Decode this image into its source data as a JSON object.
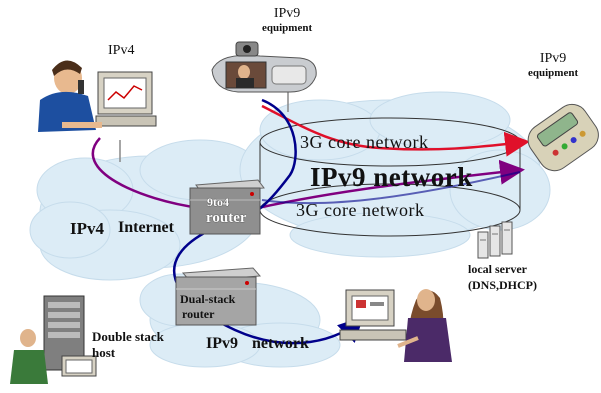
{
  "labels": {
    "ipv4_top": "IPv4",
    "ipv9_equipment_top": {
      "line1": "IPv9",
      "line2": "equipment"
    },
    "ipv9_equipment_right": {
      "line1": "IPv9",
      "line2": "equipment"
    },
    "core_network_upper": "3G core network",
    "ipv9_network_main": "IPv9 network",
    "core_network_lower": "3G core network",
    "ipv4_internet": {
      "part1": "IPv4",
      "part2": "Internet"
    },
    "router": {
      "line1": "9to4",
      "line2": "router"
    },
    "dual_stack_router": {
      "line1": "Dual-stack",
      "line2": "router"
    },
    "ipv9_network_bottom": {
      "part1": "IPv9",
      "part2": "network"
    },
    "local_server": {
      "line1": "local server",
      "line2": "(DNS,DHCP)"
    },
    "double_stack_host": {
      "line1": "Double stack",
      "line2": "host"
    }
  },
  "colors": {
    "cloud_fill": "#dcecf6",
    "cloud_edge": "#c6dceb",
    "ipv4_link": "#800080",
    "ipv9_link": "#00008b",
    "red_link": "#e0102a"
  }
}
